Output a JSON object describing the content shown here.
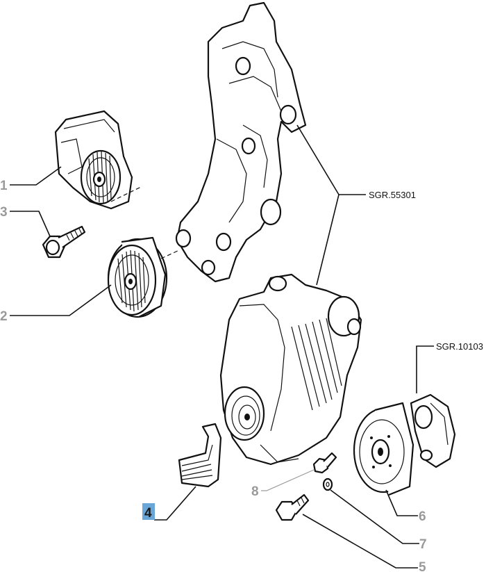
{
  "callouts": {
    "c1": "1",
    "c2": "2",
    "c3": "3",
    "c4": "4",
    "c5": "5",
    "c6": "6",
    "c7": "7",
    "c8": "8"
  },
  "references": {
    "bracket_group": "SGR.55301",
    "pulley_group": "SGR.10103"
  },
  "highlighted_callout": "4",
  "colors": {
    "highlight": "#6aa6d8",
    "callout_grey": "#9a9a9a",
    "ink": "#111111"
  }
}
